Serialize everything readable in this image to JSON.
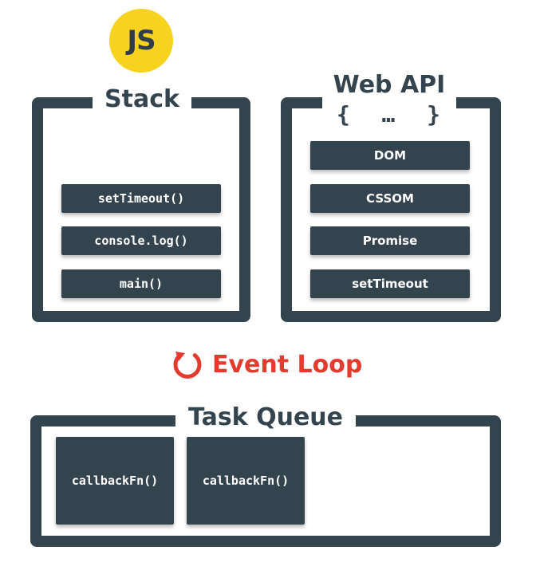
{
  "logo": {
    "text": "JS",
    "color": "#f7d21e"
  },
  "stack": {
    "title": "Stack",
    "items": [
      "setTimeout()",
      "console.log()",
      "main()"
    ]
  },
  "web_api": {
    "title": "Web API",
    "braces": "{  …  }",
    "items": [
      "DOM",
      "CSSOM",
      "Promise",
      "setTimeout"
    ]
  },
  "event_loop": {
    "label": "Event Loop",
    "icon": "refresh-icon",
    "color": "#e53a2e"
  },
  "task_queue": {
    "title": "Task Queue",
    "items": [
      "callbackFn()",
      "callbackFn()"
    ]
  },
  "colors": {
    "dark": "#34444f",
    "accent": "#e53a2e",
    "logo": "#f7d21e"
  }
}
